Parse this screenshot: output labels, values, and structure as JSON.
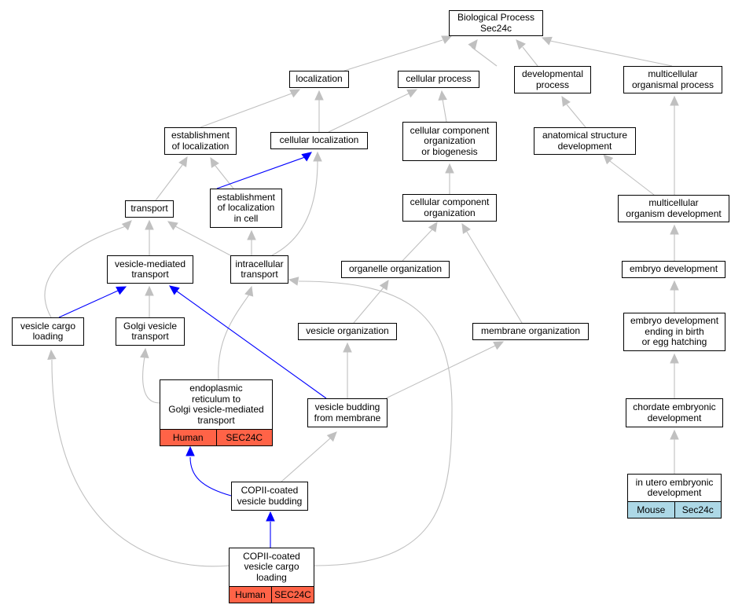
{
  "colors": {
    "human": "#ff6347",
    "mouse": "#add8e6",
    "highlight_edge": "#0000ff",
    "edge": "#c0c0c0"
  },
  "nodes": {
    "bp": {
      "label": "Biological Process\nSec24c"
    },
    "localization": {
      "label": "localization"
    },
    "cellular_process": {
      "label": "cellular process"
    },
    "developmental_process": {
      "label": "developmental\nprocess"
    },
    "multicellular_organismal_process": {
      "label": "multicellular\norganismal process"
    },
    "establishment_of_localization": {
      "label": "establishment\nof localization"
    },
    "cellular_localization": {
      "label": "cellular localization"
    },
    "cc_org_biogenesis": {
      "label": "cellular component\norganization\nor biogenesis"
    },
    "anatomical_structure_development": {
      "label": "anatomical structure\ndevelopment"
    },
    "transport": {
      "label": "transport"
    },
    "establishment_of_localization_in_cell": {
      "label": "establishment\nof localization\nin cell"
    },
    "cc_organization": {
      "label": "cellular component\norganization"
    },
    "multicellular_organism_development": {
      "label": "multicellular\norganism development"
    },
    "vesicle_mediated_transport": {
      "label": "vesicle-mediated\ntransport"
    },
    "intracellular_transport": {
      "label": "intracellular\ntransport"
    },
    "organelle_organization": {
      "label": "organelle organization"
    },
    "embryo_development": {
      "label": "embryo development"
    },
    "vesicle_cargo_loading": {
      "label": "vesicle cargo\nloading"
    },
    "golgi_vesicle_transport": {
      "label": "Golgi vesicle\ntransport"
    },
    "vesicle_organization": {
      "label": "vesicle organization"
    },
    "membrane_organization": {
      "label": "membrane organization"
    },
    "embryo_development_birth": {
      "label": "embryo development\nending in birth\nor egg hatching"
    },
    "er_golgi_transport": {
      "label": "endoplasmic\nreticulum to\nGolgi vesicle-mediated\ntransport",
      "species": "Human",
      "gene": "SEC24C"
    },
    "vesicle_budding": {
      "label": "vesicle budding\nfrom membrane"
    },
    "chordate_embryonic_development": {
      "label": "chordate embryonic\ndevelopment"
    },
    "copii_budding": {
      "label": "COPII-coated\nvesicle budding"
    },
    "in_utero_embryonic_development": {
      "label": "in utero embryonic\ndevelopment",
      "species": "Mouse",
      "gene": "Sec24c"
    },
    "copii_cargo_loading": {
      "label": "COPII-coated\nvesicle cargo\nloading",
      "species": "Human",
      "gene": "SEC24C"
    }
  }
}
